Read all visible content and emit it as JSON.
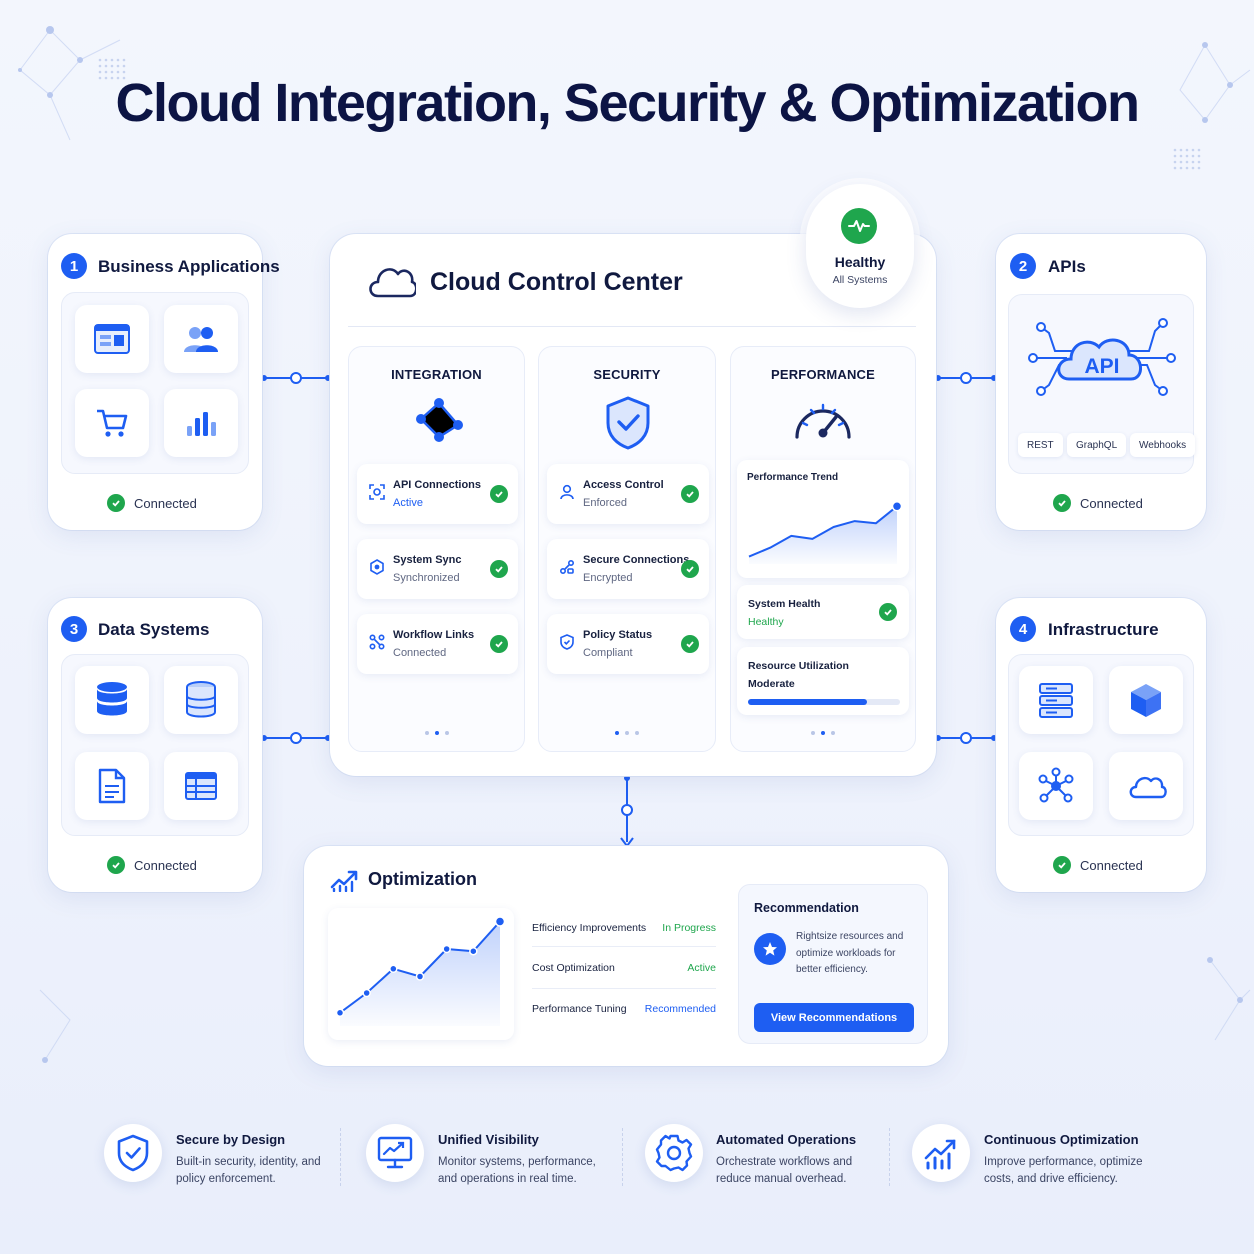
{
  "title": "Cloud Integration, Security & Optimization",
  "colors": {
    "accent": "#1e5ef2",
    "success": "#1fa64d",
    "text": "#10193f"
  },
  "business_apps": {
    "number": "1",
    "title": "Business Applications",
    "status": "Connected",
    "icons": [
      "app-window-icon",
      "users-icon",
      "shopping-cart-icon",
      "bar-chart-icon"
    ]
  },
  "apis": {
    "number": "2",
    "title": "APIs",
    "logo_text": "API",
    "status": "Connected",
    "protocols": [
      "REST",
      "GraphQL",
      "Webhooks"
    ]
  },
  "data_systems": {
    "number": "3",
    "title": "Data Systems",
    "status": "Connected",
    "icons": [
      "database-icon",
      "database-outline-icon",
      "document-icon",
      "table-icon"
    ]
  },
  "infrastructure": {
    "number": "4",
    "title": "Infrastructure",
    "status": "Connected",
    "icons": [
      "server-icon",
      "cube-icon",
      "network-icon",
      "cloud-icon"
    ]
  },
  "control_center": {
    "title": "Cloud Control Center",
    "health": {
      "label": "Healthy",
      "sub": "All Systems"
    },
    "integration": {
      "title": "INTEGRATION",
      "items": [
        {
          "name": "API Connections",
          "status": "Active"
        },
        {
          "name": "System Sync",
          "status": "Synchronized"
        },
        {
          "name": "Workflow Links",
          "status": "Connected"
        }
      ]
    },
    "security": {
      "title": "SECURITY",
      "items": [
        {
          "name": "Access Control",
          "status": "Enforced"
        },
        {
          "name": "Secure Connections",
          "status": "Encrypted"
        },
        {
          "name": "Policy Status",
          "status": "Compliant"
        }
      ]
    },
    "performance": {
      "title": "PERFORMANCE",
      "trend_label": "Performance Trend",
      "trend_values": [
        0.1,
        0.22,
        0.38,
        0.34,
        0.5,
        0.58,
        0.55,
        0.78
      ],
      "health_label": "System Health",
      "health_value": "Healthy",
      "util_label": "Resource Utilization",
      "util_value": "Moderate",
      "util_fraction": 0.78
    }
  },
  "optimization": {
    "title": "Optimization",
    "chart_values": [
      0.12,
      0.3,
      0.52,
      0.45,
      0.7,
      0.68,
      0.95
    ],
    "rows": [
      {
        "label": "Efficiency Improvements",
        "status": "In Progress"
      },
      {
        "label": "Cost Optimization",
        "status": "Active"
      },
      {
        "label": "Performance Tuning",
        "status": "Recommended"
      }
    ],
    "recommendation": {
      "title": "Recommendation",
      "text": "Rightsize resources and optimize workloads for better efficiency.",
      "button": "View Recommendations"
    }
  },
  "features": [
    {
      "icon": "shield-icon",
      "title": "Secure by Design",
      "desc": "Built-in security, identity, and policy enforcement."
    },
    {
      "icon": "monitor-chart-icon",
      "title": "Unified Visibility",
      "desc": "Monitor systems, performance, and operations in real time."
    },
    {
      "icon": "gear-icon",
      "title": "Automated Operations",
      "desc": "Orchestrate workflows and reduce manual overhead."
    },
    {
      "icon": "growth-chart-icon",
      "title": "Continuous Optimization",
      "desc": "Improve performance, optimize costs, and drive efficiency."
    }
  ]
}
